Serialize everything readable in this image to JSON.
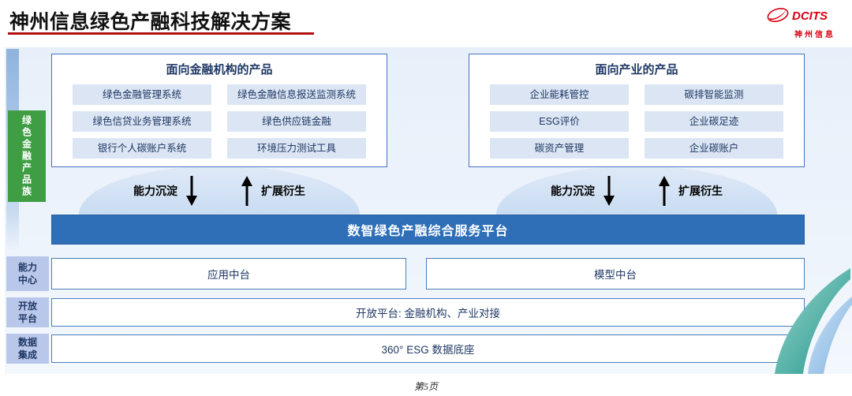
{
  "colors": {
    "brand_red": "#d7000f",
    "title_underline": "#b01111",
    "green_label_bg": "#3f9e44",
    "side_label_bg": "#b9c7ea",
    "group_border": "#4472c4",
    "item_bg": "#dbe5f3",
    "platform_bg": "#2e6fb7",
    "dark_navy_text": "#1f3864",
    "swoosh_teal": "#1e9489"
  },
  "header": {
    "title": "神州信息绿色产融科技解决方案",
    "logo": {
      "brand": "DCITS",
      "company": "神州信息"
    }
  },
  "sidebar": {
    "product_family": "绿色金融产品族",
    "capability_center": "能力中心",
    "open_platform": "开放平台",
    "data_integration": "数据集成"
  },
  "groups": [
    {
      "title": "面向金融机构的产品",
      "items": [
        "绿色金融管理系统",
        "绿色金融信息报送监测系统",
        "绿色信贷业务管理系统",
        "绿色供应链金融",
        "银行个人碳账户系统",
        "环境压力测试工具"
      ]
    },
    {
      "title": "面向产业的产品",
      "items": [
        "企业能耗管控",
        "碳排智能监测",
        "ESG评价",
        "企业碳足迹",
        "碳资产管理",
        "企业碳账户"
      ]
    }
  ],
  "flows": {
    "down_label": "能力沉淀",
    "up_label": "扩展衍生"
  },
  "platform": {
    "title": "数智绿色产融综合服务平台"
  },
  "capability_row": {
    "left_box": "应用中台",
    "right_box": "模型中台"
  },
  "open_platform_row": {
    "text": "开放平台: 金融机构、产业对接"
  },
  "data_row": {
    "text": "360° ESG 数据底座"
  },
  "footer": {
    "page_label": "第5页"
  }
}
